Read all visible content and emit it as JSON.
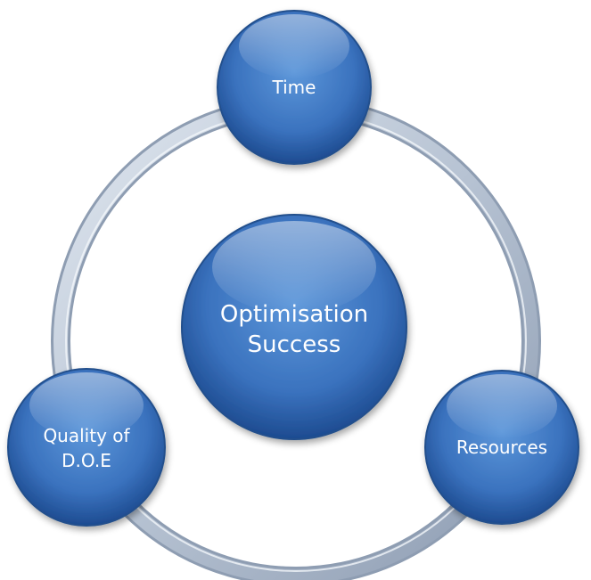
{
  "diagram": {
    "center": {
      "line1": "Optimisation",
      "line2": "Success"
    },
    "top": {
      "label": "Time"
    },
    "left": {
      "line1": "Quality of",
      "line2": "D.O.E"
    },
    "right": {
      "label": "Resources"
    }
  },
  "colors": {
    "node_light": "#5a93d6",
    "node_mid": "#3b74c0",
    "node_dark": "#1f4f95",
    "node_edge": "#244f8c",
    "ring_light": "#e4eaf2",
    "ring_dark": "#8d9db3",
    "text": "#ffffff"
  }
}
